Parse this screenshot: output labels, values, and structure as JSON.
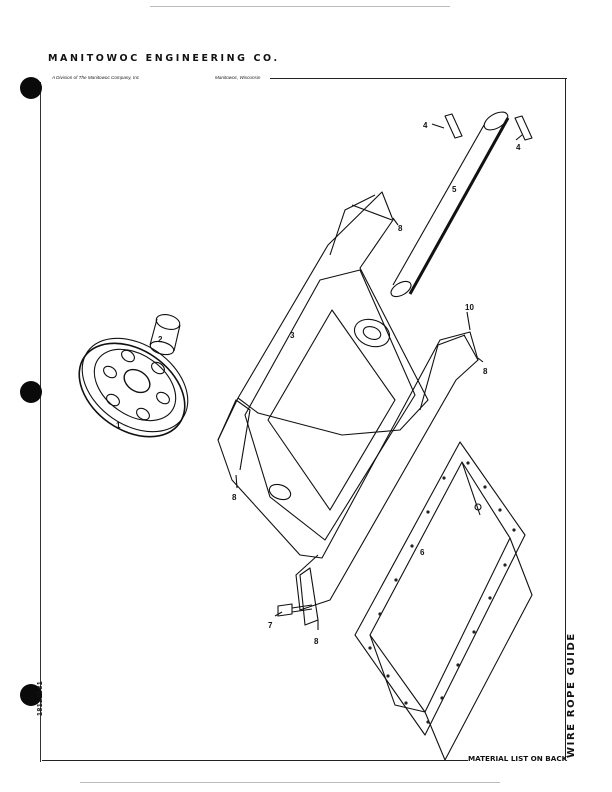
{
  "header": {
    "company": "MANITOWOC ENGINEERING CO.",
    "division": "A Division of The Manitowoc Company, Inc",
    "location": "Manitowoc, Wisconsin"
  },
  "document_number": "18122581",
  "side_label": "WIRE ROPE GUIDE",
  "footer_note": "MATERIAL LIST ON BACK",
  "part_numbers": {
    "p1": "1",
    "p2": "2",
    "p3": "3",
    "p4a": "4",
    "p4b": "4",
    "p5": "5",
    "p6": "6",
    "p7": "7",
    "p8a": "8",
    "p8b": "8",
    "p8c": "8",
    "p8d": "8",
    "p10": "10"
  }
}
